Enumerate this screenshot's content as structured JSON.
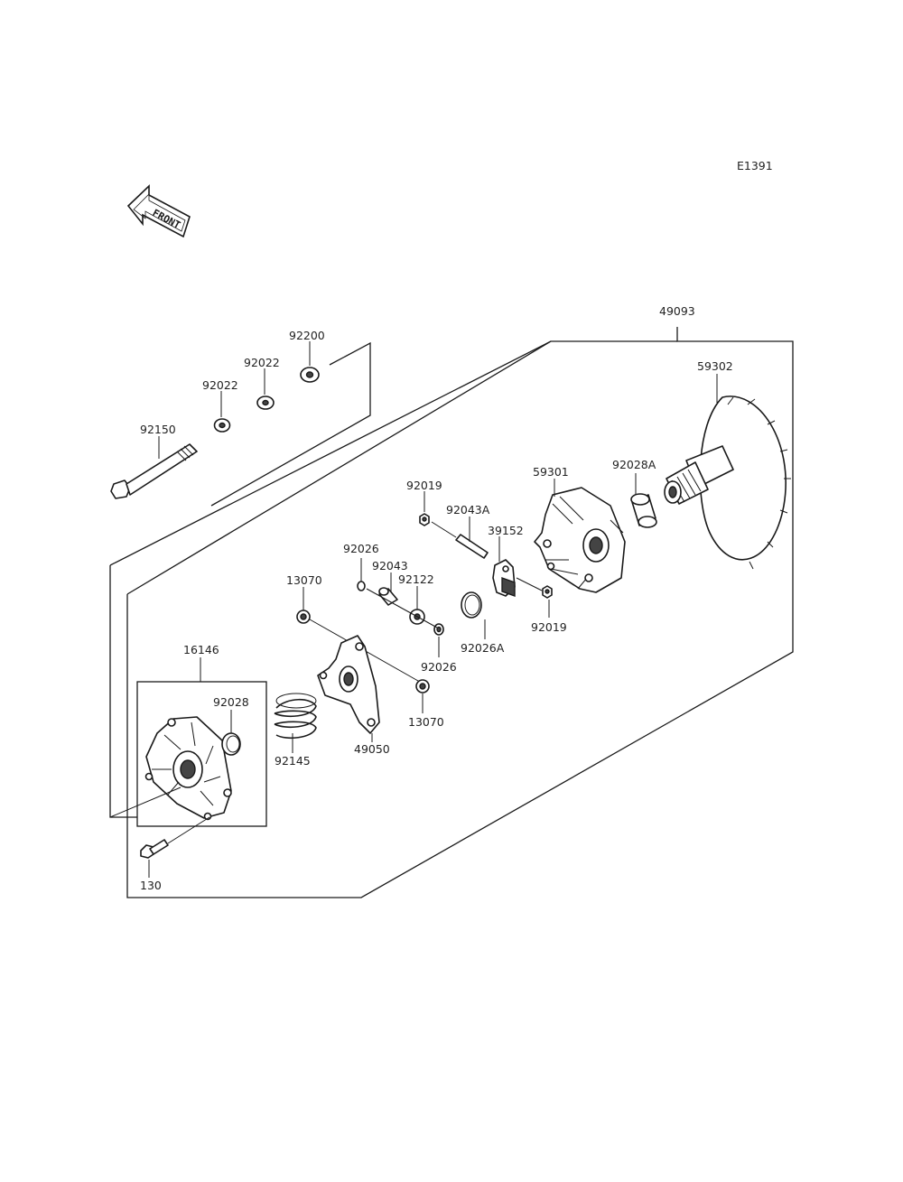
{
  "diagram_code": "E1391",
  "front_label": "FRONT",
  "parts": {
    "p49093": "49093",
    "p59302": "59302",
    "p92200": "92200",
    "p92022a": "92022",
    "p92022b": "92022",
    "p92150": "92150",
    "p92019a": "92019",
    "p92043A": "92043A",
    "p59301": "59301",
    "p92028A": "92028A",
    "p39152": "39152",
    "p92026a": "92026",
    "p92043": "92043",
    "p92122": "92122",
    "p13070a": "13070",
    "p92019b": "92019",
    "p92026A": "92026A",
    "p92026b": "92026",
    "p16146": "16146",
    "p92028": "92028",
    "p13070b": "13070",
    "p92145": "92145",
    "p49050": "49050",
    "p130": "130"
  }
}
